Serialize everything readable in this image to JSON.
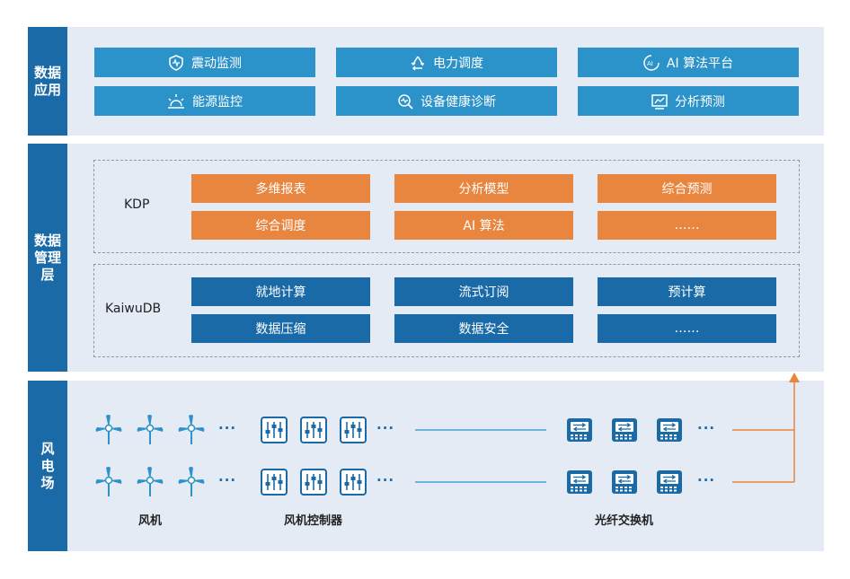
{
  "layers": {
    "app": {
      "label": "数据\n应用",
      "items": [
        {
          "label": "震动监测",
          "icon": "shield-wave-icon"
        },
        {
          "label": "电力调度",
          "icon": "recycle-icon"
        },
        {
          "label": "AI 算法平台",
          "icon": "ai-chip-icon"
        },
        {
          "label": "能源监控",
          "icon": "sun-gauge-icon"
        },
        {
          "label": "设备健康诊断",
          "icon": "magnify-pulse-icon"
        },
        {
          "label": "分析预测",
          "icon": "trend-chart-icon"
        }
      ]
    },
    "mgmt": {
      "label": "数据\n管理\n层",
      "kdp": {
        "name": "KDP",
        "items": [
          "多维报表",
          "分析模型",
          "综合预测",
          "综合调度",
          "AI 算法",
          "……"
        ]
      },
      "kaiwudb": {
        "name": "KaiwuDB",
        "items": [
          "就地计算",
          "流式订阅",
          "预计算",
          "数据压缩",
          "数据安全",
          "……"
        ]
      }
    },
    "farm": {
      "label": "风\n电\n场",
      "more": "···",
      "labels": {
        "turbine": "风机",
        "controller": "风机控制器",
        "switch": "光纤交换机"
      }
    }
  },
  "colors": {
    "dark_blue": "#1b6aa8",
    "mid_blue": "#2b93c9",
    "orange": "#e8853f",
    "panel_bg": "#e4ebf5"
  }
}
